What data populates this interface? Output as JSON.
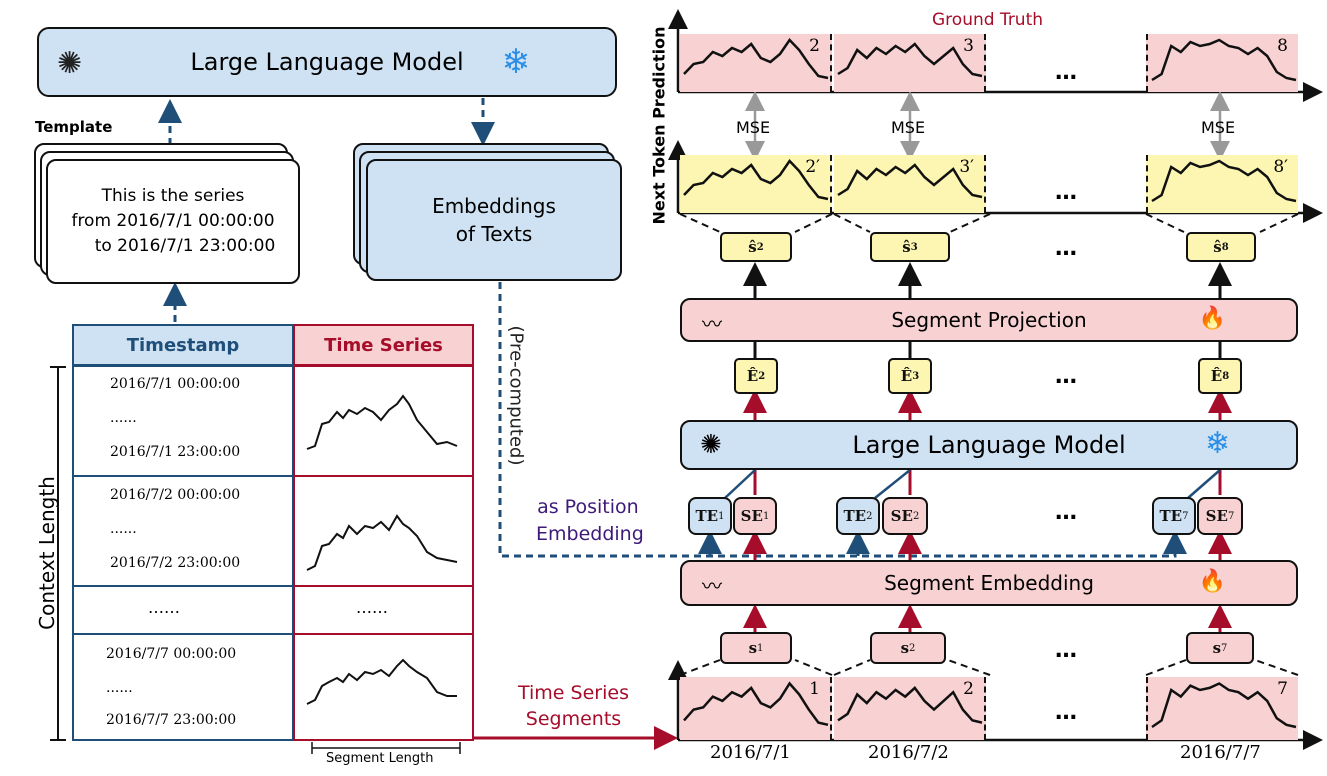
{
  "top_llm": {
    "label": "Large Language Model"
  },
  "template": {
    "heading": "Template",
    "text_line1": "This is the series",
    "text_line2": "from 2016/7/1 00:00:00",
    "text_line3": "to 2016/7/1 23:00:00"
  },
  "embeddings_box": {
    "line1": "Embeddings",
    "line2": "of Texts"
  },
  "precomputed": "(Pre-computed)",
  "position_embedding": {
    "line1": "as Position",
    "line2": "Embedding"
  },
  "table": {
    "col_timestamp": "Timestamp",
    "col_series": "Time Series",
    "rows": [
      {
        "start": "2016/7/1  00:00:00",
        "dots": "......",
        "end": "2016/7/1  23:00:00"
      },
      {
        "start": "2016/7/2  00:00:00",
        "dots": "......",
        "end": "2016/7/2  23:00:00"
      },
      {
        "start": "2016/7/7  00:00:00",
        "dots": "......",
        "end": "2016/7/7  23:00:00"
      }
    ],
    "ellipsis_left": "……",
    "ellipsis_right": "……",
    "context_length": "Context Length",
    "segment_length": "Segment Length"
  },
  "ts_segments": {
    "line1": "Time Series",
    "line2": "Segments"
  },
  "ground_truth": "Ground Truth",
  "next_token": "Next Token Prediction",
  "mse": "MSE",
  "gt_panels": [
    "2",
    "3",
    "8"
  ],
  "pred_panels": [
    "2′",
    "3′",
    "8′"
  ],
  "input_panels": [
    "1",
    "2",
    "7"
  ],
  "s_hat": [
    "ŝ",
    "ŝ",
    "ŝ"
  ],
  "s_hat_sub": [
    "2",
    "3",
    "8"
  ],
  "e_hat": [
    "Ê",
    "Ê",
    "Ê"
  ],
  "e_hat_sub": [
    "2",
    "3",
    "8"
  ],
  "segment_projection": "Segment Projection",
  "mid_llm": "Large Language Model",
  "te": [
    "TE",
    "TE",
    "TE"
  ],
  "te_sub": [
    "1",
    "2",
    "7"
  ],
  "se": [
    "SE",
    "SE",
    "SE"
  ],
  "se_sub": [
    "1",
    "2",
    "7"
  ],
  "segment_embedding": "Segment Embedding",
  "s_in": [
    "s",
    "s",
    "s"
  ],
  "s_in_sub": [
    "1",
    "2",
    "7"
  ],
  "dates": [
    "2016/7/1",
    "2016/7/2",
    "2016/7/7"
  ],
  "ellipsis": "…",
  "colors": {
    "blue": "#cfe2f3",
    "pink": "#f8d2d2",
    "yellow": "#fdf6b2",
    "dark_red": "#a50d2a",
    "navy": "#1f4e79",
    "purple": "#3d1a78"
  }
}
